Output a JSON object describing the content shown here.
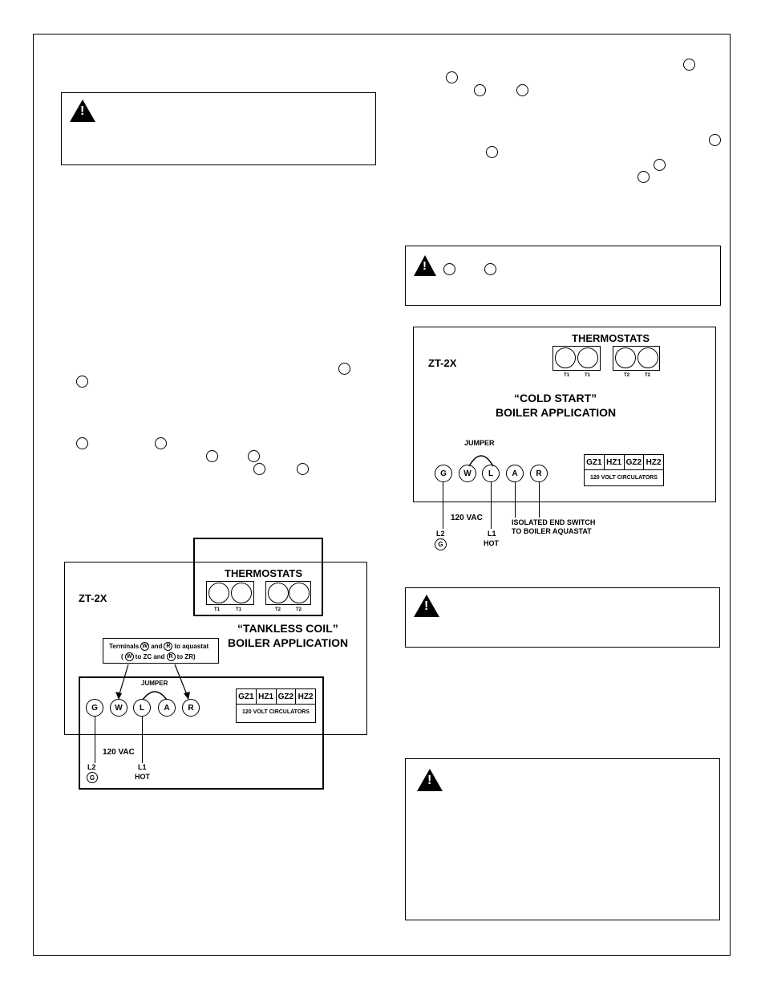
{
  "diagram_right": {
    "thermostats_title": "THERMOSTATS",
    "model": "ZT-2X",
    "title_line1": "“COLD START”",
    "title_line2": "BOILER APPLICATION",
    "jumper": "JUMPER",
    "terminals": [
      "G",
      "W",
      "L",
      "A",
      "R"
    ],
    "tstat_labels": [
      "T1",
      "T1",
      "T2",
      "T2"
    ],
    "circulators": [
      "GZ1",
      "HZ1",
      "GZ2",
      "HZ2"
    ],
    "circulators_caption": "120 VOLT CIRCULATORS",
    "vac": "120 VAC",
    "l2": "L2",
    "ground": "G",
    "l1": "L1",
    "hot": "HOT",
    "switch_line1": "ISOLATED END SWITCH",
    "switch_line2": "TO BOILER AQUASTAT"
  },
  "diagram_left": {
    "thermostats_title": "THERMOSTATS",
    "model": "ZT-2X",
    "title_line1": "“TANKLESS COIL”",
    "title_line2": "BOILER APPLICATION",
    "note_terminals": "Terminals",
    "note_w": "W",
    "note_and": "and",
    "note_r": "R",
    "note_to_aquastat": "to aquastat",
    "note_paren_open": "(",
    "note_w2": "W",
    "note_to_zc_and": "to ZC and",
    "note_r2": "R",
    "note_to_zr": "to ZR)",
    "jumper": "JUMPER",
    "terminals": [
      "G",
      "W",
      "L",
      "A",
      "R"
    ],
    "tstat_labels": [
      "T1",
      "T1",
      "T2",
      "T2"
    ],
    "circulators": [
      "GZ1",
      "HZ1",
      "GZ2",
      "HZ2"
    ],
    "circulators_caption": "120 VOLT CIRCULATORS",
    "vac": "120 VAC",
    "l2": "L2",
    "ground": "G",
    "l1": "L1",
    "hot": "HOT"
  }
}
